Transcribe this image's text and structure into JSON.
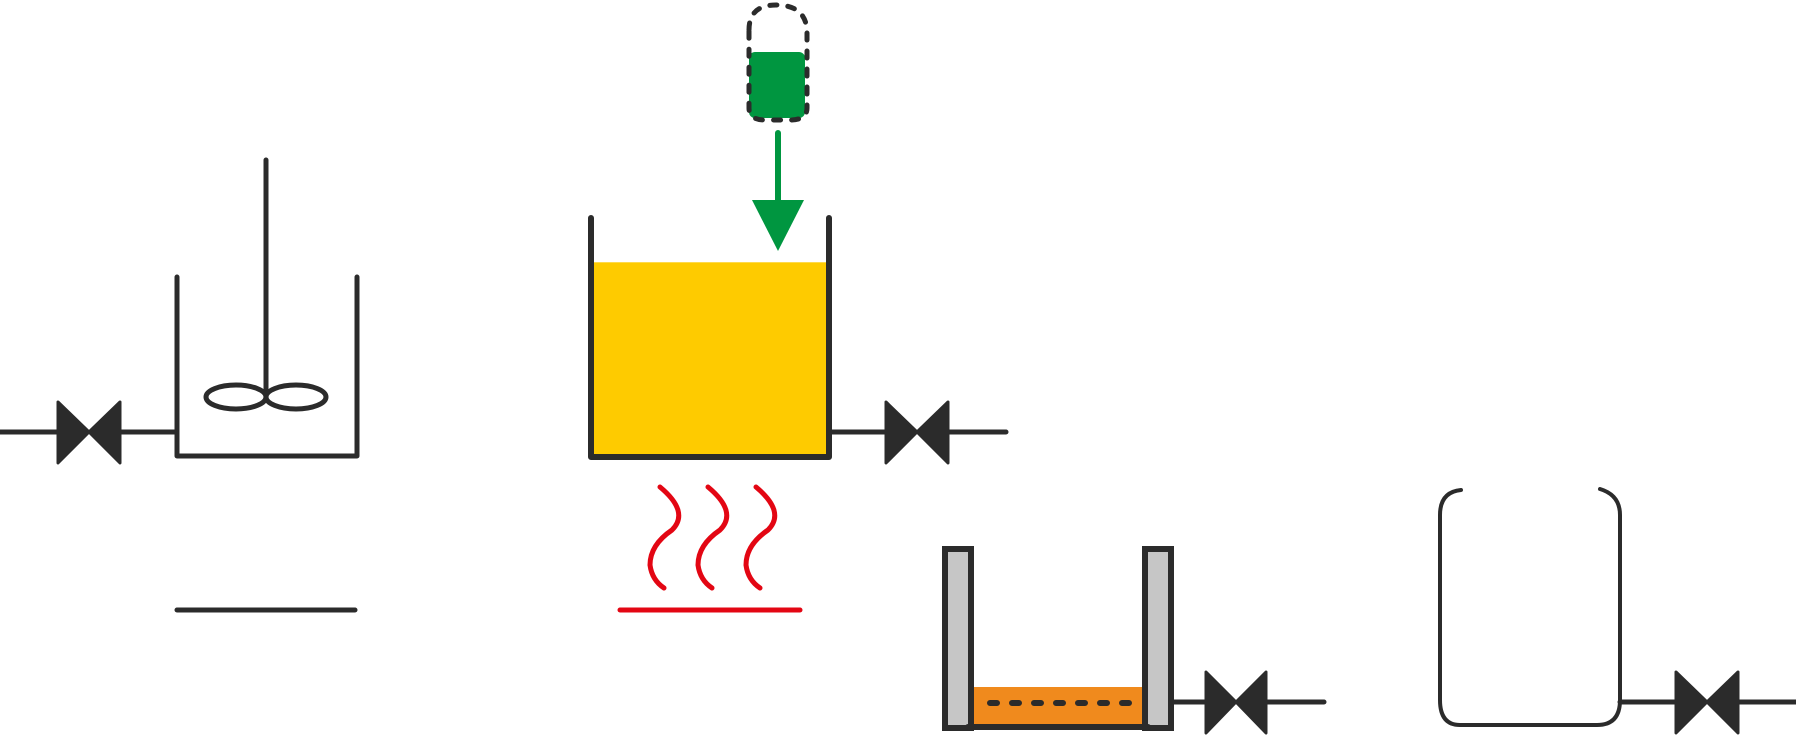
{
  "colors": {
    "outline": "#2b2b2b",
    "liquid_yellow": "#fecb00",
    "additive_green": "#009640",
    "heat_red": "#e30613",
    "sediment_orange": "#f08a1d",
    "wall_grey": "#c6c6c6",
    "background": "#ffffff"
  },
  "icons": [
    "gate-valve-icon",
    "stirred-tank-icon",
    "agitator-icon",
    "heated-vessel-icon",
    "dosing-container-icon",
    "flow-arrow-icon",
    "heating-element-icon",
    "filter-basin-icon",
    "open-tank-icon"
  ],
  "components": {
    "mixer": {
      "shows_agitator": true,
      "inlet_valve": true
    },
    "heated_vessel": {
      "liquid_level_fraction": 0.82,
      "dosing": true,
      "heater": true,
      "outlet_valve": true
    },
    "filter_basin": {
      "sediment_level_fraction": 0.2,
      "outlet_valve": true
    },
    "open_tank": {
      "liquid_level_fraction": 0.0,
      "outlet_valve": true
    }
  }
}
